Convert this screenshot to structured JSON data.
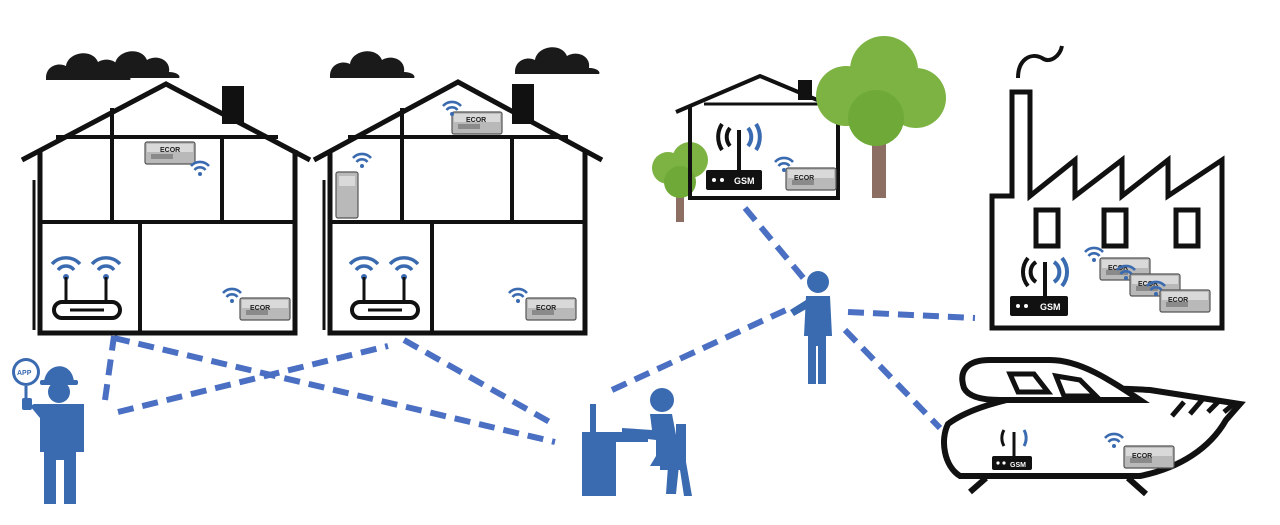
{
  "labels": {
    "app_badge": "APP",
    "device_brand": "ECOR",
    "gsm_country": "GSM",
    "gsm_factory": "GSM",
    "gsm_boat": "GSM"
  },
  "colors": {
    "outline": "#111111",
    "accent_blue": "#3a6ab0",
    "link_dash": "#4a6fc3",
    "tree_green": "#7cb342",
    "tree_green_dark": "#5e9c2e",
    "trunk": "#8d6e63",
    "device_grey": "#a9a9a9"
  },
  "icons": [
    "cloud-icon",
    "wifi-icon",
    "router-icon",
    "gsm-router-icon",
    "controller-device-icon",
    "technician-icon",
    "mobile-user-icon",
    "desk-operator-icon",
    "tree-icon",
    "factory-icon",
    "boat-icon"
  ]
}
